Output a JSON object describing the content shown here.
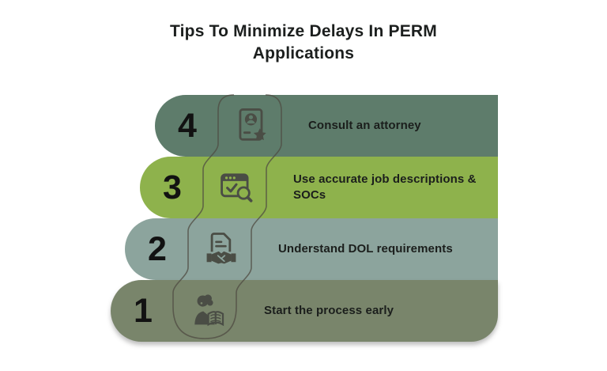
{
  "title": {
    "line1": "Tips To Minimize Delays In PERM",
    "line2": "Applications"
  },
  "steps": [
    {
      "number": "4",
      "label": "Consult an attorney",
      "icon": "attorney-badge-star-icon",
      "color": "#5E7C6B"
    },
    {
      "number": "3",
      "label": "Use accurate job descriptions & SOCs",
      "icon": "window-check-search-icon",
      "color": "#8EB24C"
    },
    {
      "number": "2",
      "label": "Understand DOL requirements",
      "icon": "document-handshake-icon",
      "color": "#8CA49D"
    },
    {
      "number": "1",
      "label": "Start the process early",
      "icon": "person-reading-book-icon",
      "color": "#79856B"
    }
  ],
  "colors": {
    "background": "#FFFFFF",
    "title_text": "#1C1F1E",
    "step_text": "#1B1E1C",
    "icon": "#4A4D45",
    "connector_line": "#4F4B42"
  }
}
